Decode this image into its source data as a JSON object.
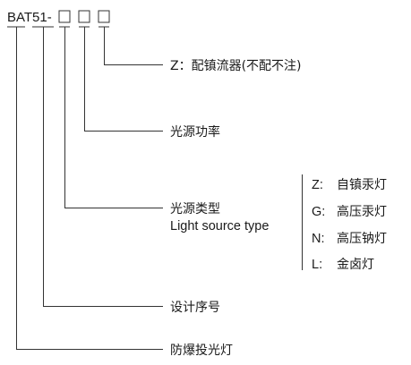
{
  "code": {
    "prefix": "BAT51-",
    "placeholder_boxes": 3
  },
  "labels": {
    "ballast": "Z：配镇流器(不配不注)",
    "power": "光源功率",
    "source_type_cn": "光源类型",
    "source_type_en": "Light source type",
    "serial": "设计序号",
    "product": "防爆投光灯"
  },
  "light_source_types": [
    {
      "key": "Z:",
      "value": "自镇汞灯"
    },
    {
      "key": "G:",
      "value": "高压汞灯"
    },
    {
      "key": "N:",
      "value": "高压钠灯"
    },
    {
      "key": "L:",
      "value": "金卤灯"
    }
  ]
}
